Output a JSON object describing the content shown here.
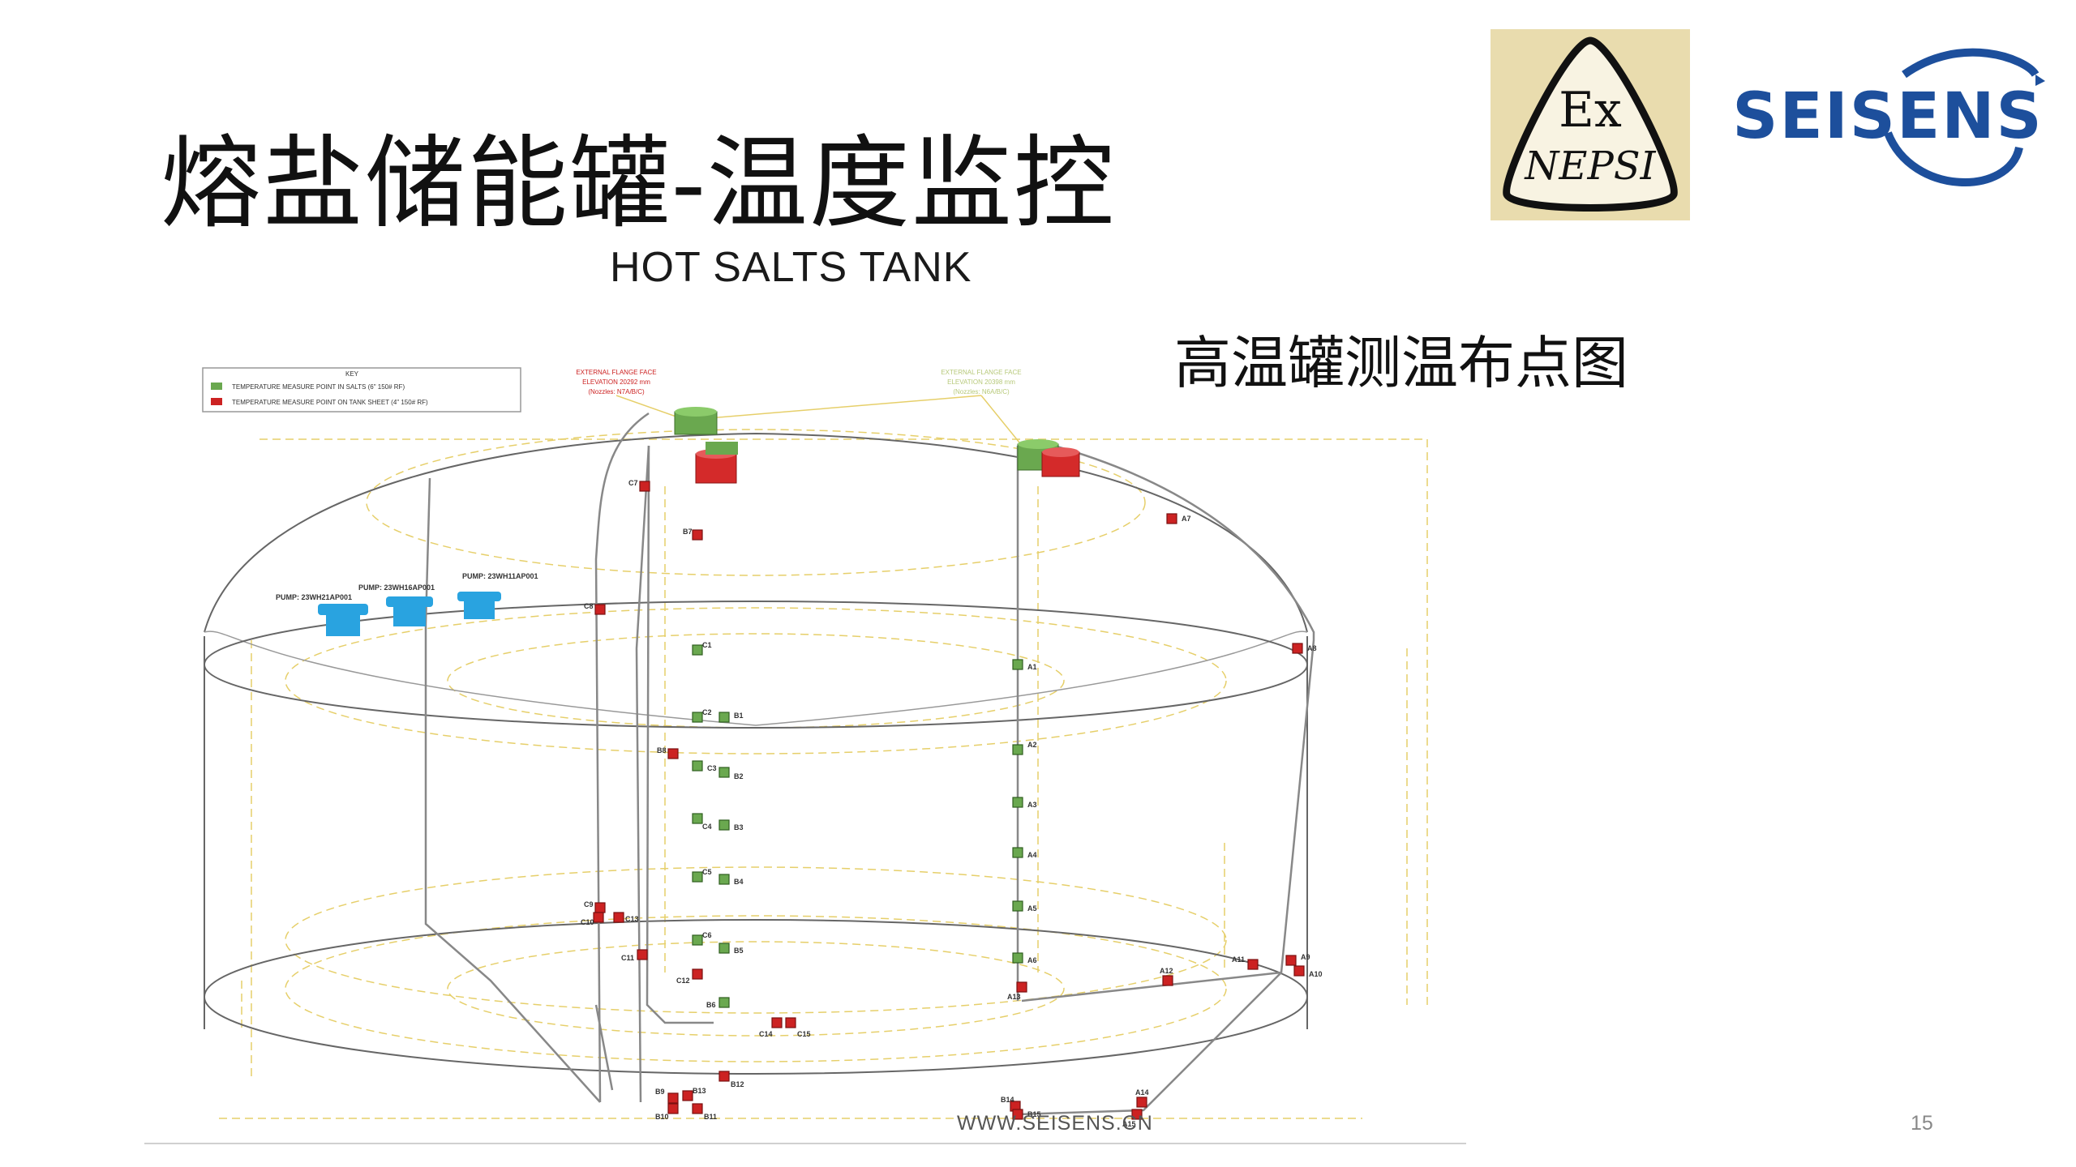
{
  "slide": {
    "title": "熔盐储能罐-温度监控",
    "subtitle_en": "HOT SALTS TANK",
    "subtitle_cn": "高温罐测温布点图",
    "footer_url": "WWW.SEISENS.CN",
    "page_number": "15"
  },
  "logos": {
    "nepsi_top": "Ex",
    "nepsi_bottom": "NEPSI",
    "seisens": "SEISENS",
    "seisens_color": "#1d4f9c"
  },
  "key": {
    "title": "KEY",
    "salts_point": "TEMPERATURE MEASURE POINT IN SALTS (6\" 150# RF)",
    "sheet_point": "TEMPERATURE MEASURE POINT ON TANK SHEET (4\" 150# RF)"
  },
  "flanges": {
    "left_l1": "EXTERNAL FLANGE FACE",
    "left_l2": "ELEVATION 20292 mm",
    "left_l3": "(Nozzles: N7A/B/C)",
    "right_l1": "EXTERNAL FLANGE FACE",
    "right_l2": "ELEVATION 20398 mm",
    "right_l3": "(Nozzles: N6A/B/C)"
  },
  "pumps": {
    "p1": "PUMP: 23WH11AP001",
    "p2": "PUMP: 23WH16AP001",
    "p3": "PUMP: 23WH21AP001"
  },
  "colors": {
    "salts_point": "#6aa84f",
    "sheet_point": "#cc2222",
    "pump": "#29a3e0",
    "dimension": "#e6cf6a"
  },
  "points": {
    "A1": "A1",
    "A2": "A2",
    "A3": "A3",
    "A4": "A4",
    "A5": "A5",
    "A6": "A6",
    "A7": "A7",
    "A8": "A8",
    "A9": "A9",
    "A10": "A10",
    "A11": "A11",
    "A12": "A12",
    "A13": "A13",
    "A14": "A14",
    "A15": "A15",
    "B1": "B1",
    "B2": "B2",
    "B3": "B3",
    "B4": "B4",
    "B5": "B5",
    "B6": "B6",
    "B7": "B7",
    "B8": "B8",
    "B9": "B9",
    "B10": "B10",
    "B11": "B11",
    "B12": "B12",
    "B13": "B13",
    "B14": "B14",
    "B15": "B15",
    "C1": "C1",
    "C2": "C2",
    "C3": "C3",
    "C4": "C4",
    "C5": "C5",
    "C6": "C6",
    "C7": "C7",
    "C8": "C8",
    "C9": "C9",
    "C10": "C10",
    "C11": "C11",
    "C12": "C12",
    "C13": "C13",
    "C14": "C14",
    "C15": "C15"
  }
}
